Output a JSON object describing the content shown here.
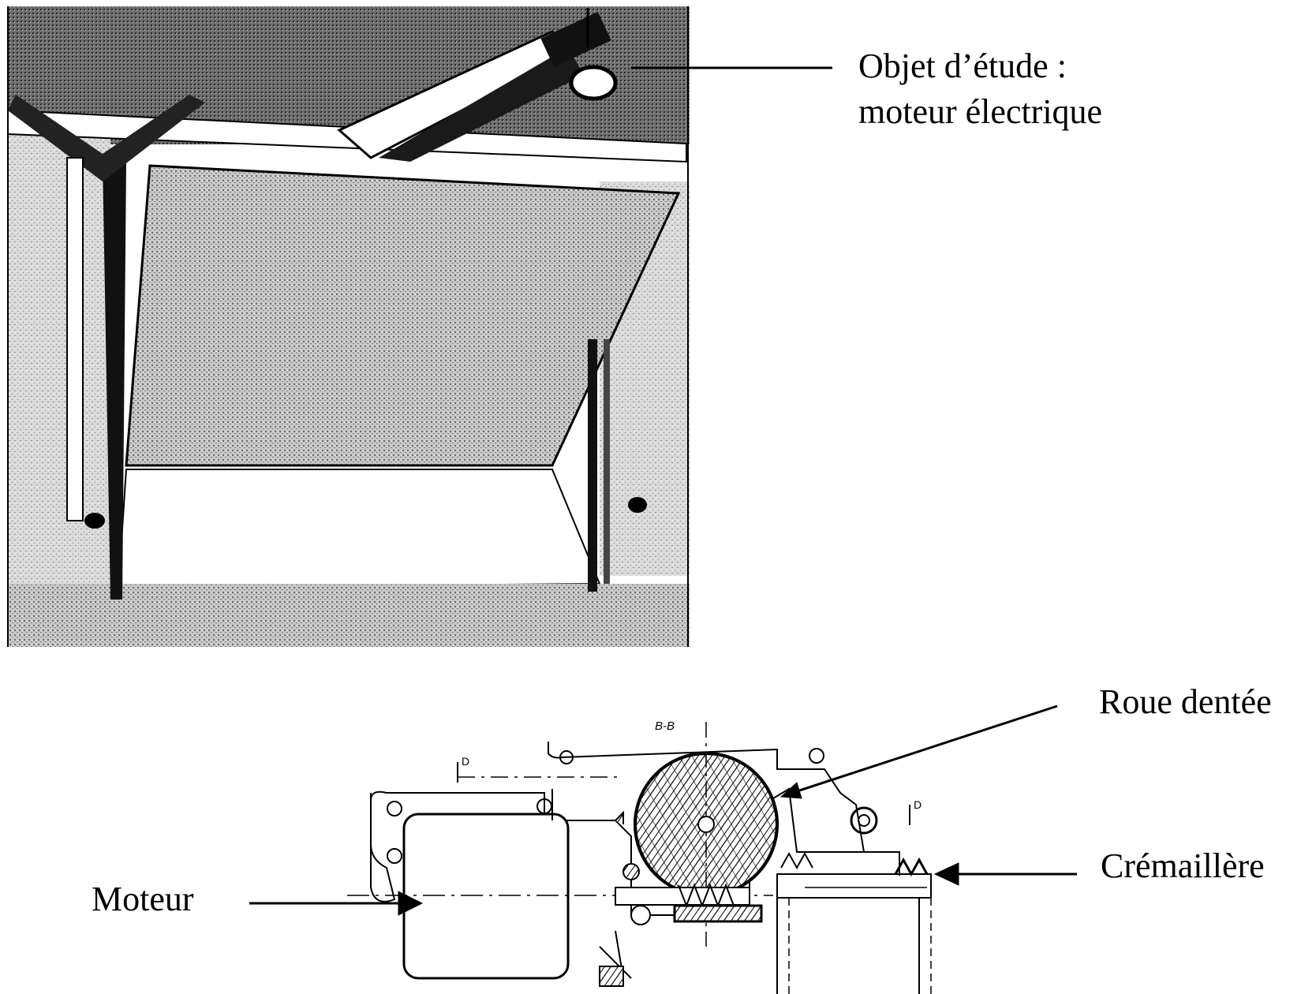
{
  "photo": {
    "callout": {
      "line1": "Objet d’étude :",
      "line2": "moteur électrique"
    }
  },
  "drawing": {
    "section_label": "B-B",
    "datum_label_left": "D",
    "datum_label_right": "D",
    "callouts": {
      "gear_wheel": "Roue dentée",
      "rack": "Crémaillère",
      "motor": "Moteur"
    }
  },
  "colors": {
    "ink": "#000000",
    "paper": "#ffffff",
    "photo_gray": "#b9b9b9"
  }
}
